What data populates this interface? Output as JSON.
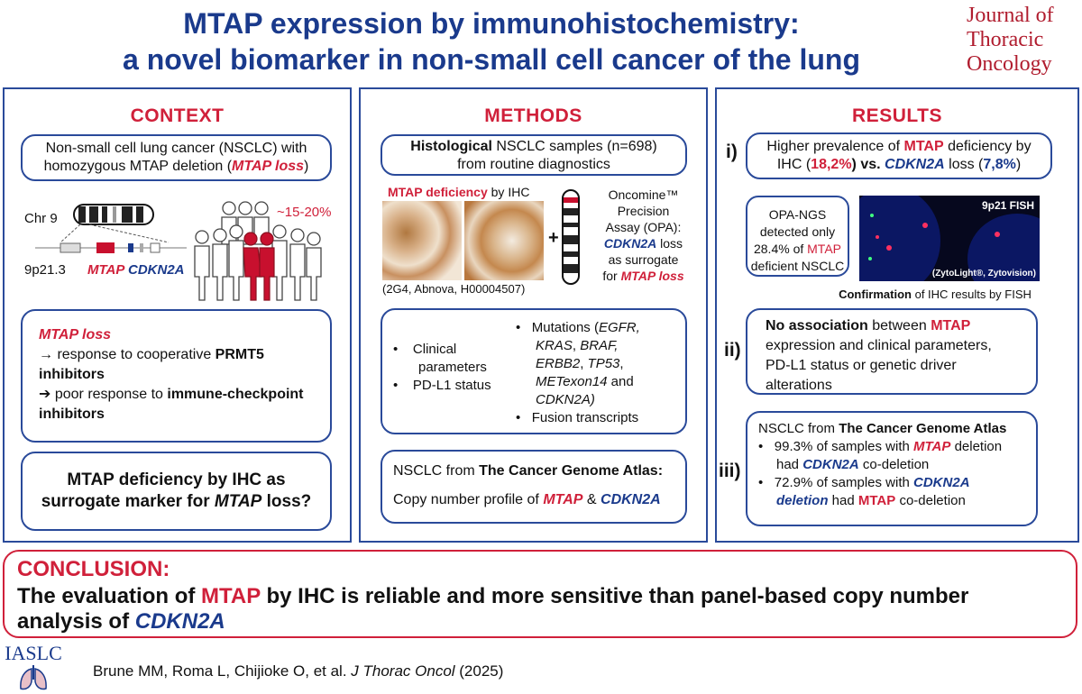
{
  "header": {
    "title_line1": "MTAP expression by immunohistochemistry:",
    "title_line2": "a novel biomarker in non-small cell cancer of the lung",
    "journal": [
      "Journal of",
      "Thoracic",
      "Oncology"
    ]
  },
  "context": {
    "heading": "CONTEXT",
    "box1_l1": "Non-small cell lung cancer (NSCLC) with",
    "box1_l2a": "homozygous MTAP deletion (",
    "box1_l2b": "MTAP loss",
    "box1_l2c": ")",
    "chr_label": "Chr 9",
    "band_label": "9p21.3",
    "gene1": "MTAP",
    "gene2": "CDKN2A",
    "prevalence": "~15-20%",
    "box2_title": "MTAP loss",
    "box2_b1a": "→ response to cooperative ",
    "box2_b1b": "PRMT5 inhibitors",
    "box2_b2a": "➔ poor response to ",
    "box2_b2b": "immune-checkpoint inhibitors",
    "box3_l1": "MTAP deficiency by IHC as",
    "box3_l2a": "surrogate marker for ",
    "box3_l2b": "MTAP",
    "box3_l2c": " loss?"
  },
  "methods": {
    "heading": "METHODS",
    "box1_a": "Histological",
    "box1_b": " NSCLC samples (n=698)",
    "box1_c": "from routine diagnostics",
    "ihc_label_a": "MTAP deficiency",
    "ihc_label_b": " by IHC",
    "antibody": "(2G4, Abnova, H00004507)",
    "plus": "+",
    "opa_1": "Oncomine™",
    "opa_2": "Precision",
    "opa_3": "Assay (OPA):",
    "opa_4": "CDKN2A",
    "opa_5": " loss",
    "opa_6": "as surrogate",
    "opa_7": "for ",
    "opa_8": "MTAP loss",
    "clin_1": "Clinical",
    "clin_2": "parameters",
    "clin_3": "PD-L1 status",
    "mut_1": "Mutations (",
    "mut_2": "EGFR,",
    "mut_3": "KRAS",
    "mut_4": ", ",
    "mut_5": "BRAF,",
    "mut_6": "ERBB2",
    "mut_7": ", ",
    "mut_8": "TP53",
    "mut_9": ",",
    "mut_10": "METexon14",
    "mut_11": " and",
    "mut_12": "CDKN2A)",
    "fusion": "Fusion transcripts",
    "tcga_a": "NSCLC from ",
    "tcga_b": "The Cancer Genome Atlas:",
    "cnp_a": "Copy number profile of ",
    "cnp_b": "MTAP",
    "cnp_c": " & ",
    "cnp_d": "CDKN2A"
  },
  "results": {
    "heading": "RESULTS",
    "r1": "i)",
    "r2": "ii)",
    "r3": "iii)",
    "b1_1": "Higher prevalence of ",
    "b1_2": "MTAP",
    "b1_3": " deficiency by",
    "b1_4": "IHC (",
    "b1_5": "18,2%",
    "b1_6": ") vs. ",
    "b1_7": "CDKN2A",
    "b1_8": " loss (",
    "b1_9": "7,8%",
    "b1_10": ")",
    "opa_1": "OPA-NGS",
    "opa_2": "detected only",
    "opa_3": "28.4% of ",
    "opa_4": "MTAP",
    "opa_5": "deficient NSCLC",
    "fish_label": "9p21 FISH",
    "fish_credit": "(ZytoLight®, Zytovision)",
    "fish_cap_a": "Confirmation",
    "fish_cap_b": " of IHC results by FISH",
    "b2_1": "No association",
    "b2_2": " between ",
    "b2_3": "MTAP",
    "b2_4": "expression and clinical parameters,",
    "b2_5": "PD-L1 status or genetic driver",
    "b2_6": "alterations",
    "b3_1": "NSCLC from ",
    "b3_2": "The Cancer Genome Atlas",
    "b3_3": "99.3% of samples with ",
    "b3_4": "MTAP",
    "b3_5": " deletion",
    "b3_6": "had ",
    "b3_7": "CDKN2A",
    "b3_8": " co-deletion",
    "b3_9": "72.9% of samples with ",
    "b3_10": "CDKN2A",
    "b3_11": "deletion",
    "b3_12": "  had ",
    "b3_13": "MTAP",
    "b3_14": " co-deletion"
  },
  "conclusion": {
    "heading": "CONCLUSION:",
    "t1": "The evaluation of ",
    "t2": "MTAP",
    "t3": " by IHC is reliable and more sensitive than panel-based copy number",
    "t4": "analysis of ",
    "t5": "CDKN2A"
  },
  "footer": {
    "society": "IASLC",
    "cite_a": "Brune MM, Roma L, Chijioke O, et al. ",
    "cite_b": "J Thorac Oncol",
    "cite_c": " (2025)"
  },
  "colors": {
    "navy": "#1a3a8c",
    "red": "#d0203a",
    "border": "#2a4a9a"
  }
}
